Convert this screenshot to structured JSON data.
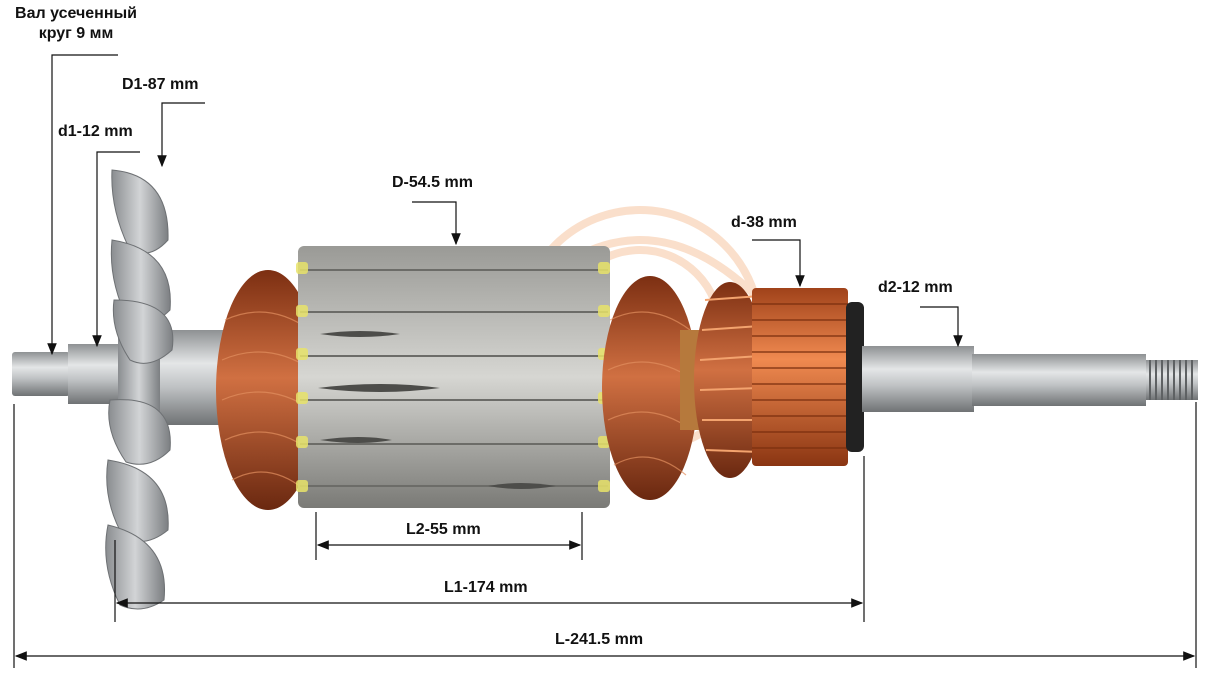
{
  "callouts": {
    "shaft_cut": {
      "line1": "Вал усеченный",
      "line2": "круг 9 мм"
    },
    "D1": "D1-87 mm",
    "d1": "d1-12 mm",
    "D": "D-54.5 mm",
    "d": "d-38 mm",
    "d2": "d2-12 mm",
    "L2": "L2-55 mm",
    "L1": "L1-174 mm",
    "L": "L-241.5 mm"
  },
  "colors": {
    "copper_wire": "#b5542a",
    "commutator": "#d0652e",
    "steel": "#b9bcbe",
    "fan": "#a7aaad",
    "dimension_line": "#111111",
    "watermark": "#f4c9a8"
  }
}
